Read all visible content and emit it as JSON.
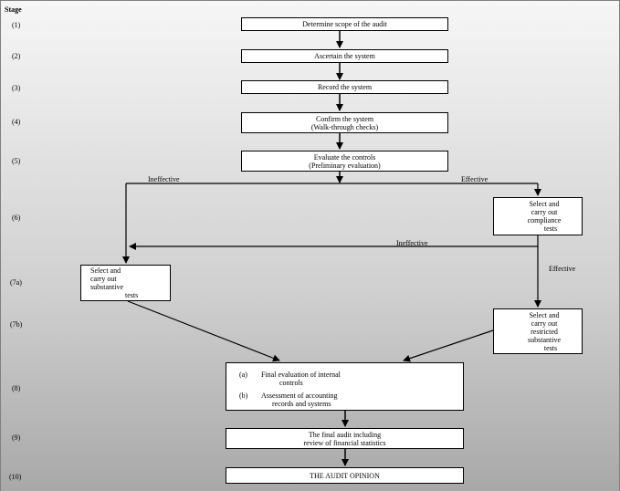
{
  "diagram": {
    "stage_heading": "Stage",
    "stages": [
      "(1)",
      "(2)",
      "(3)",
      "(4)",
      "(5)",
      "(6)",
      "(7a)",
      "(7b)",
      "(8)",
      "(9)",
      "(10)"
    ],
    "nodes": {
      "determine_scope": [
        "Determine scope of the audit"
      ],
      "ascertain": [
        "Ascertain the system"
      ],
      "record": [
        "Record the system"
      ],
      "confirm": [
        "Confirm the system",
        "(Walk-through checks)"
      ],
      "evaluate": [
        "Evaluate the controls",
        "(Preliminary evaluation)"
      ],
      "compliance": [
        "Select and",
        "carry out",
        "compliance",
        "tests"
      ],
      "substantive": [
        "Select and",
        "carry out",
        "substantive",
        "tests"
      ],
      "restricted": [
        "Select and",
        "carry out",
        "restricted",
        "substantive",
        "tests"
      ],
      "final_eval": {
        "a_letter": "(a)",
        "a_text": [
          "Final evaluation of internal",
          "controls"
        ],
        "b_letter": "(b)",
        "b_text": [
          "Assessment of accounting",
          "records and systems"
        ]
      },
      "final_audit": [
        "The final audit including",
        "review of financial statistics"
      ],
      "opinion": [
        "THE AUDIT OPINION"
      ]
    },
    "edge_labels": {
      "ineffective_left": "Ineffective",
      "effective_right": "Effective",
      "ineffective_mid": "Ineffective",
      "effective_lower": "Effective"
    }
  }
}
